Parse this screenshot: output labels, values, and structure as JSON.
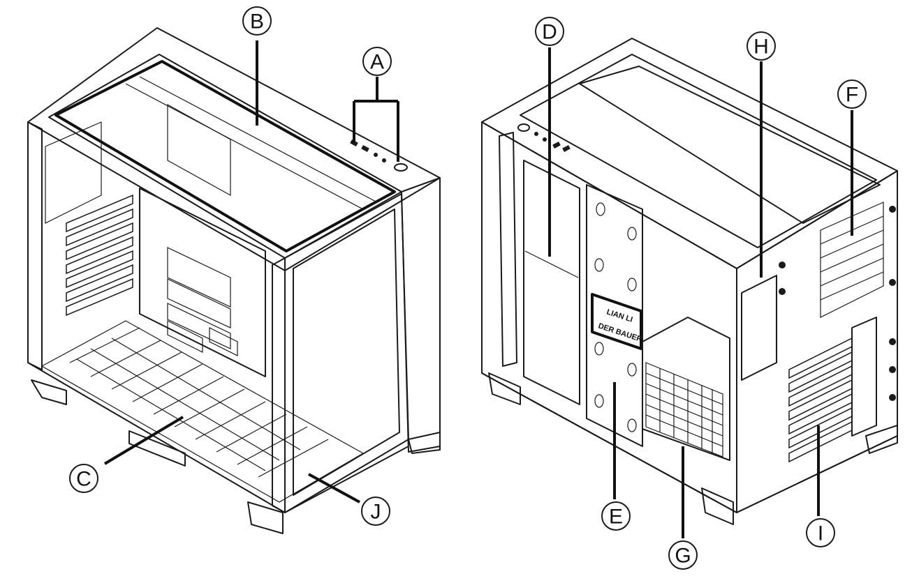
{
  "callouts": {
    "A": "A",
    "B": "B",
    "C": "C",
    "D": "D",
    "E": "E",
    "F": "F",
    "G": "G",
    "H": "H",
    "I": "I",
    "J": "J"
  },
  "logo": {
    "line1": "LIAN LI",
    "line2": "DER BAUER"
  },
  "colors": {
    "line": "#1a1a1a",
    "background": "#ffffff"
  }
}
